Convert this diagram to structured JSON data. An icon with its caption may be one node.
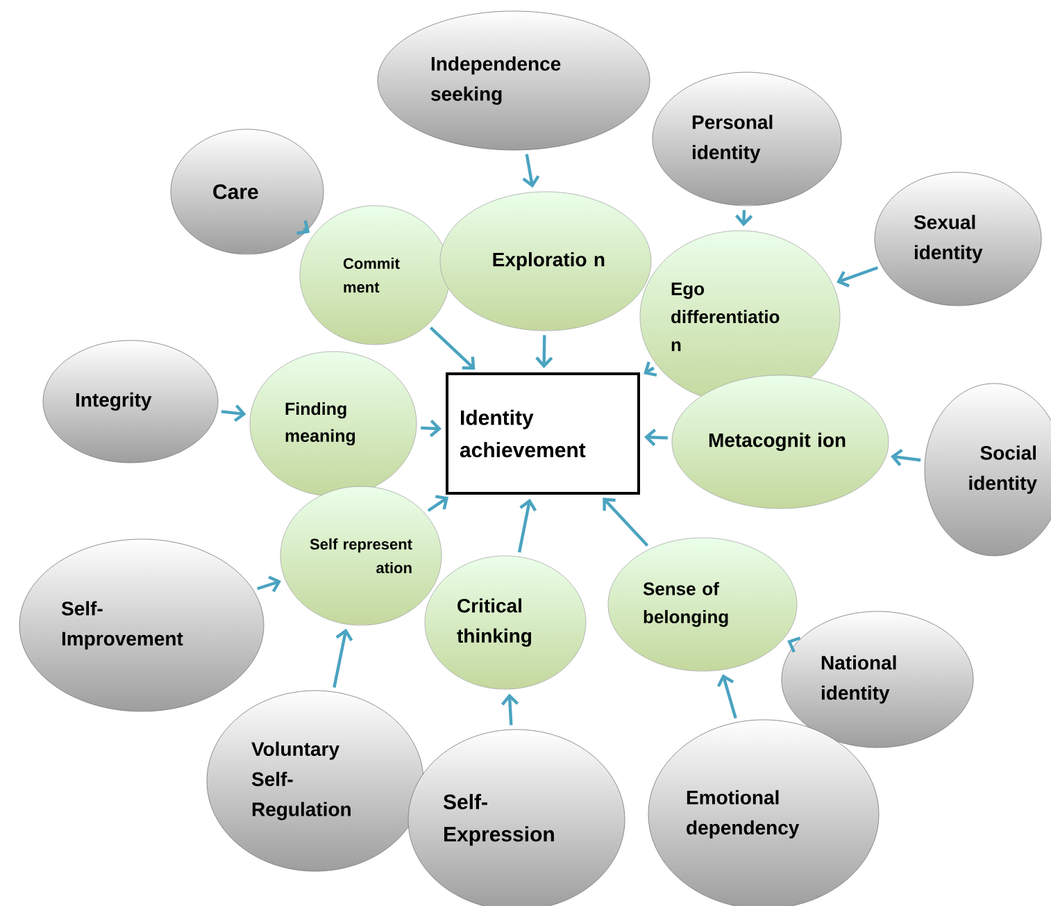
{
  "diagram": {
    "nodes": [
      {
        "text": [
          "Independence seeking"
        ]
      },
      {
        "text": [
          "Personal identity"
        ]
      },
      {
        "text": [
          "Care"
        ]
      },
      {
        "text": [
          "Commit ment"
        ]
      },
      {
        "text": [
          "Exploratio n"
        ]
      },
      {
        "text": [
          "Ego differentiatio n"
        ]
      },
      {
        "text": [
          "Sexual identity"
        ]
      },
      {
        "text": [
          "Integrity"
        ]
      },
      {
        "text": [
          "Finding meaning"
        ]
      },
      {
        "text": [
          "Identity achievement"
        ]
      },
      {
        "text": [
          "Metacognit ion"
        ]
      },
      {
        "text": [
          "Social identity"
        ]
      },
      {
        "text": [
          "Self- Improvement"
        ]
      },
      {
        "text": [
          "Self represent ation"
        ]
      },
      {
        "text": [
          "Critical thinking"
        ]
      },
      {
        "text": [
          "Sense of belonging"
        ]
      },
      {
        "text": [
          "National identity"
        ]
      },
      {
        "text": [
          "Voluntary Self- Regulation"
        ]
      },
      {
        "text": [
          "Self- Expression"
        ]
      },
      {
        "text": [
          "Emotional dependency"
        ]
      }
    ],
    "edges": [
      {
        "from": 0,
        "to": 4,
        "arrow": "to"
      },
      {
        "from": 1,
        "to": 5,
        "arrow": "to"
      },
      {
        "from": 2,
        "to": 3,
        "arrow": "to"
      },
      {
        "from": 6,
        "to": 5,
        "arrow": "to"
      },
      {
        "from": 3,
        "to": 9,
        "arrow": "to"
      },
      {
        "from": 4,
        "to": 9,
        "arrow": "to"
      },
      {
        "from": 5,
        "to": 9,
        "arrow": "to"
      },
      {
        "from": 7,
        "to": 8,
        "arrow": "to"
      },
      {
        "from": 8,
        "to": 9,
        "arrow": "to"
      },
      {
        "from": 11,
        "to": 10,
        "arrow": "to"
      },
      {
        "from": 10,
        "to": 9,
        "arrow": "to"
      },
      {
        "from": 13,
        "to": 9,
        "arrow": "to"
      },
      {
        "from": 14,
        "to": 9,
        "arrow": "to"
      },
      {
        "from": 15,
        "to": 9,
        "arrow": "to"
      },
      {
        "from": 12,
        "to": 13,
        "arrow": "to"
      },
      {
        "from": 17,
        "to": 13,
        "arrow": "to"
      },
      {
        "from": 18,
        "to": 14,
        "arrow": "to"
      },
      {
        "from": 16,
        "to": 15,
        "arrow": "to"
      },
      {
        "from": 19,
        "to": 15,
        "arrow": "to"
      }
    ]
  }
}
